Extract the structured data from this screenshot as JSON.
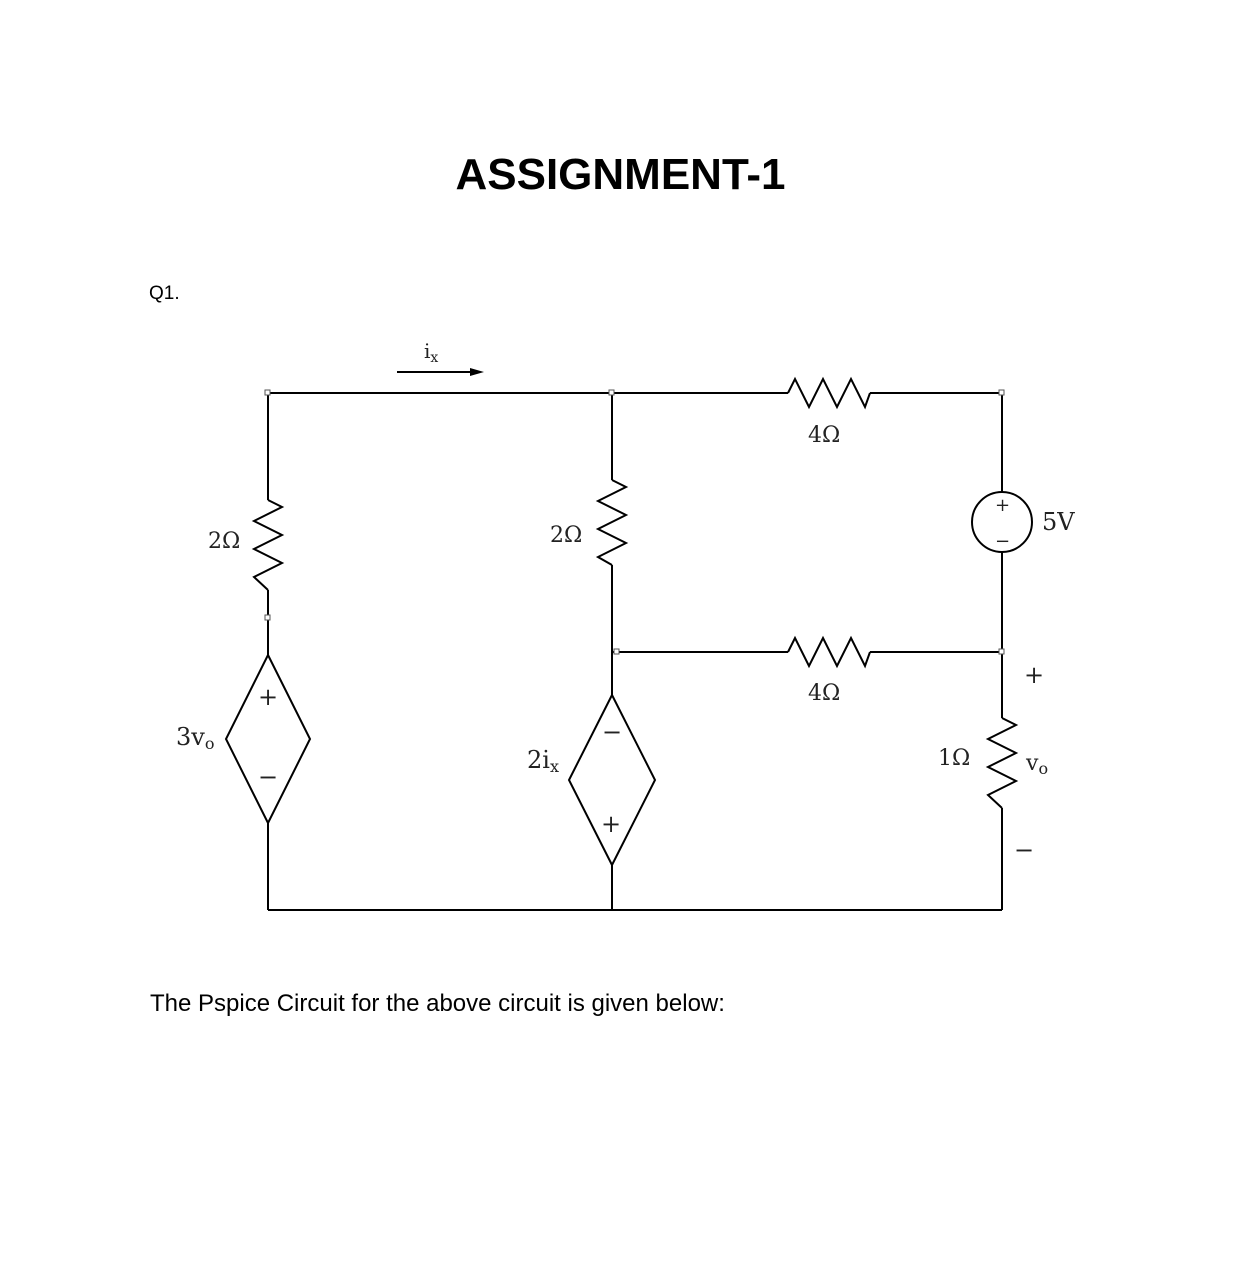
{
  "document": {
    "title": "ASSIGNMENT-1",
    "question_label": "Q1.",
    "caption": "The Pspice Circuit for the above circuit is given below:"
  },
  "circuit": {
    "current_label": {
      "main": "i",
      "sub": "x"
    },
    "r_top": "4Ω",
    "r_mid": "4Ω",
    "r_left": "2Ω",
    "r_center": "2Ω",
    "r_right": "1Ω",
    "source_label": "5V",
    "source_plus": "+",
    "source_minus": "−",
    "dep_left": {
      "main": "3v",
      "sub": "o",
      "plus": "+",
      "minus": "−"
    },
    "dep_center": {
      "main": "2i",
      "sub": "x",
      "plus": "+",
      "minus": "−"
    },
    "vo": {
      "main": "v",
      "sub": "o",
      "plus": "+",
      "minus": "−"
    }
  }
}
